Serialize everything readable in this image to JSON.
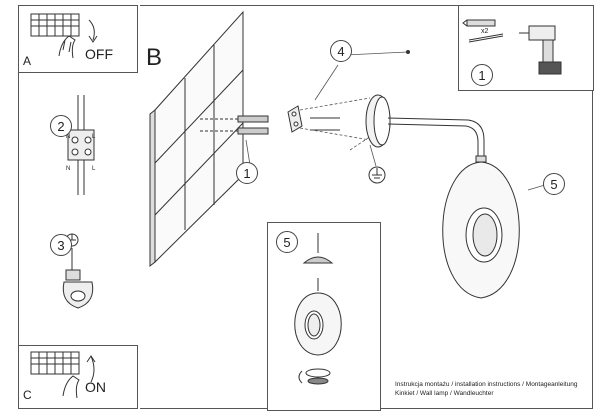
{
  "panels": {
    "a": {
      "letter": "A",
      "switch_label": "OFF"
    },
    "c": {
      "letter": "C",
      "switch_label": "ON"
    },
    "b": {
      "letter": "B"
    }
  },
  "steps": {
    "tools": "1",
    "wiring": "2",
    "ground": "3",
    "bracket": "4",
    "shade": "5",
    "dowel": "1",
    "detail": "5"
  },
  "tools_box": {
    "quantity": "x2"
  },
  "wiring_labels": {
    "n_left": "N",
    "l_left": "L",
    "n_right": "N",
    "l_right": "L"
  },
  "caption": {
    "line1": "Instrukcja montażu / installation instructions / Montageanleitung",
    "line2": "Kinkiet / Wall lamp / Wandleuchter"
  },
  "icons": [
    "hand-switch-icon",
    "drill-icon",
    "dowel-screw-icon",
    "ground-icon",
    "terminal-block-icon"
  ]
}
